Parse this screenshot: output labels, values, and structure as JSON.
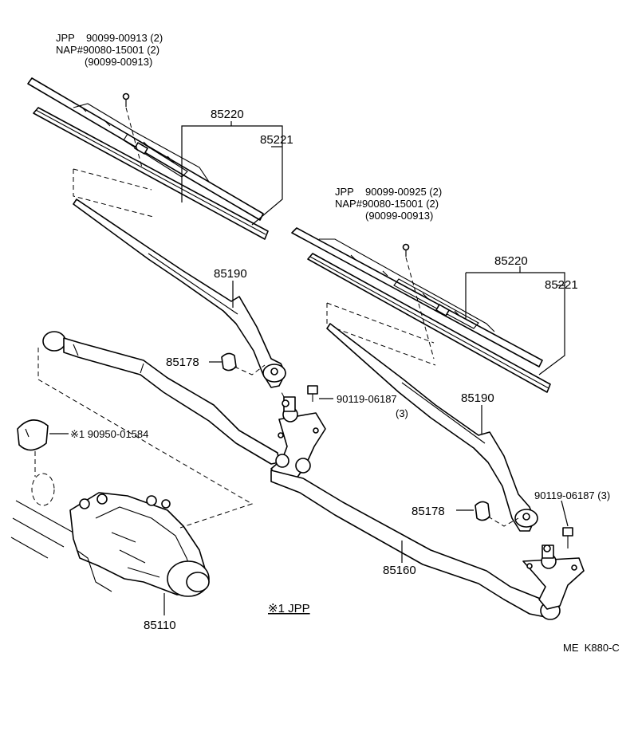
{
  "labels": {
    "ref_left": {
      "line1": "JPP    90099-00913 (2)",
      "line2": "NAP#90080-15001 (2)",
      "line3": "(90099-00913)"
    },
    "ref_right": {
      "line1": "JPP    90099-00925 (2)",
      "line2": "NAP#90080-15001 (2)",
      "line3": "(90099-00913)"
    },
    "blade_left": "85220",
    "refill_left": "85221",
    "arm_left": "85190",
    "cap_left": "85178",
    "bolt_center": "90119-06187",
    "bolt_center_qty": "(3)",
    "grommet": "※1 90950-01584",
    "blade_right": "85220",
    "refill_right": "85221",
    "arm_right": "85190",
    "cap_right": "85178",
    "bolt_right": "90119-06187 (3)",
    "link": "85160",
    "motor": "85110",
    "note": "※1 JPP",
    "figure_code": "ME  K880-C"
  }
}
